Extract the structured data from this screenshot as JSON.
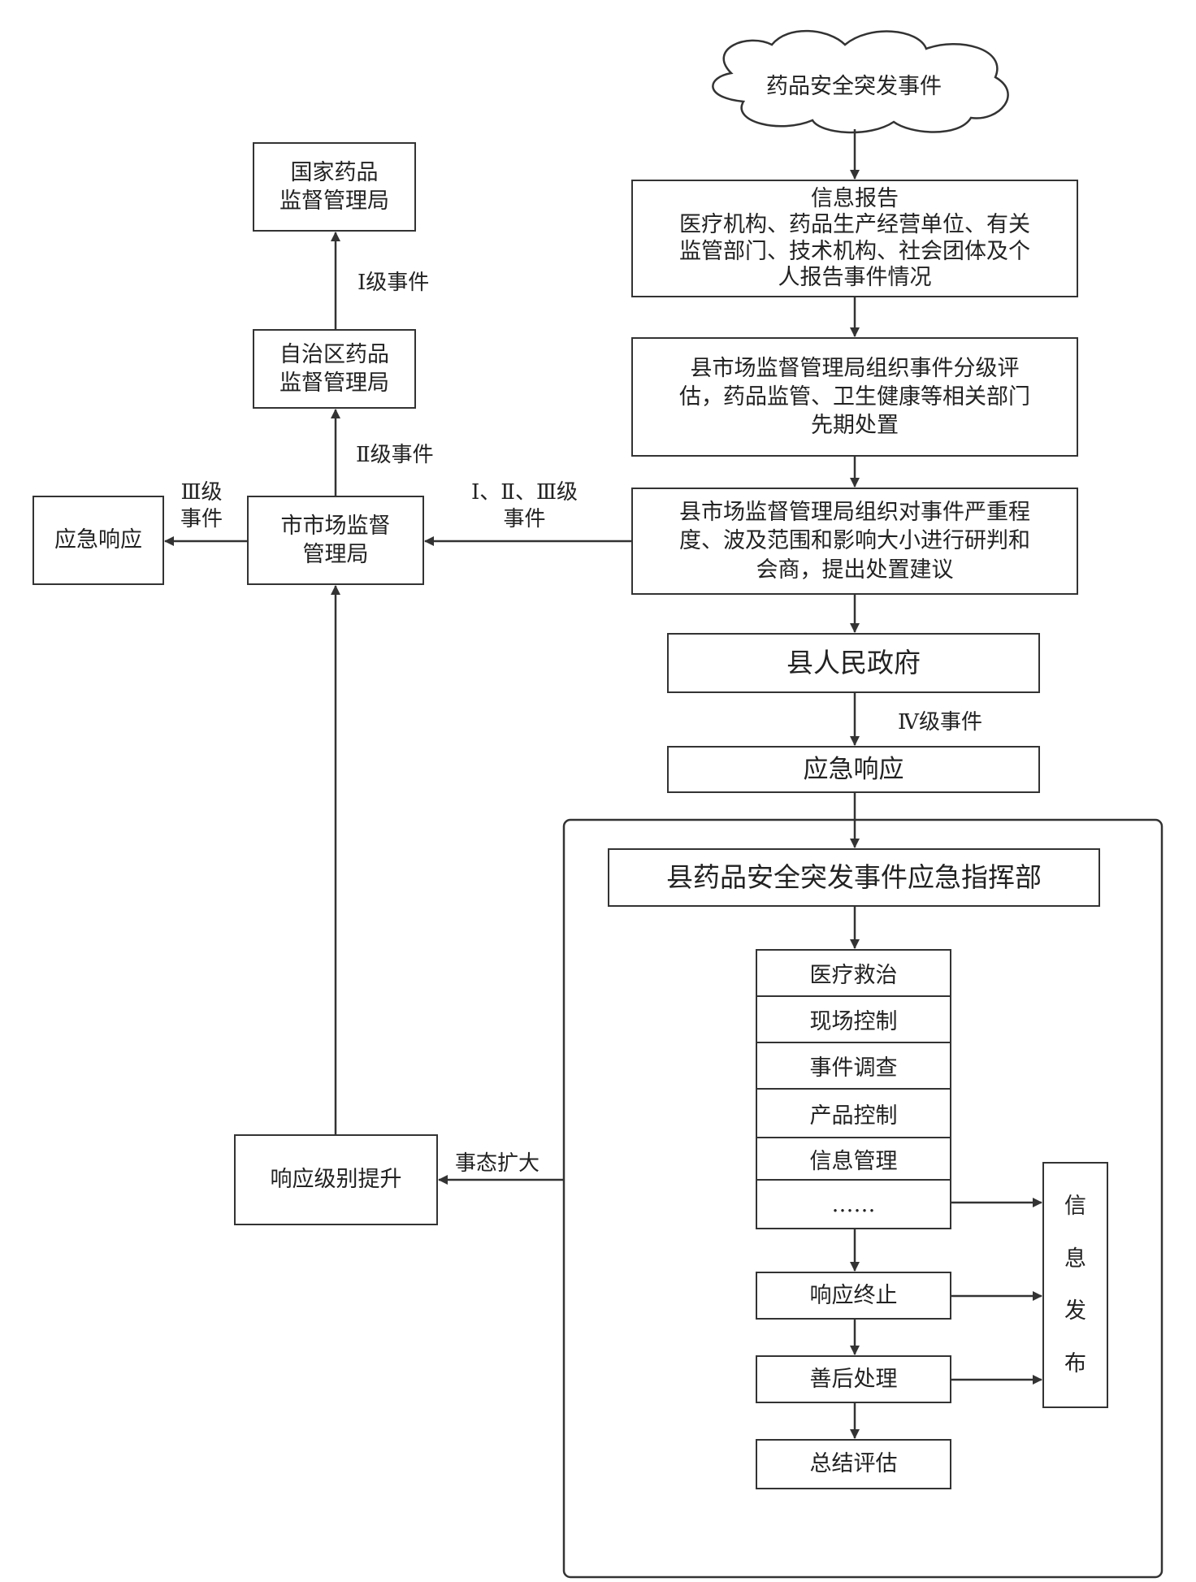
{
  "start_event": "药品安全突发事件",
  "right_flow": {
    "info_report": "信息报告\n医疗机构、药品生产经营单位、有关\n监管部门、技术机构、社会团体及个\n人报告事件情况",
    "grading": "县市场监督管理局组织事件分级评\n估，药品监管、卫生健康等相关部门\n先期处置",
    "assessment": "县市场监督管理局组织对事件严重程\n度、波及范围和影响大小进行研判和\n会商，提出处置建议",
    "county_gov": "县人民政府",
    "level4_label": "Ⅳ级事件",
    "emergency_response": "应急响应"
  },
  "command": {
    "title": "县药品安全突发事件应急指挥部",
    "tasks": [
      "医疗救治",
      "现场控制",
      "事件调查",
      "产品控制",
      "信息管理",
      "……"
    ],
    "termination": "响应终止",
    "aftermath": "善后处理",
    "summary": "总结评估",
    "info_release": [
      "信",
      "息",
      "发",
      "布"
    ]
  },
  "left_flow": {
    "national": "国家药品\n监督管理局",
    "level1_label": "Ⅰ级事件",
    "regional": "自治区药品\n监督管理局",
    "level2_label": "Ⅱ级事件",
    "city": "市市场监督\n管理局",
    "level3_label": "Ⅲ级\n事件",
    "city_response": "应急响应",
    "levels123_label": "Ⅰ、Ⅱ、Ⅲ级\n事件",
    "escalation": "响应级别提升",
    "escalation_label": "事态扩大"
  }
}
